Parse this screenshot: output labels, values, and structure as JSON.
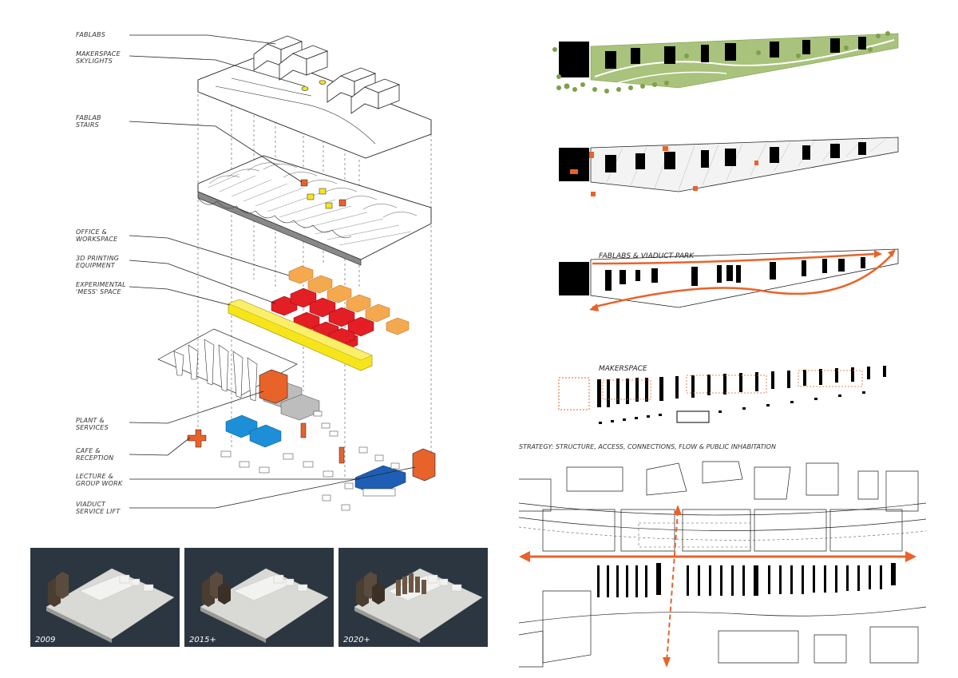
{
  "axon_labels": [
    {
      "id": "fablabs",
      "lines": [
        "FABLABS"
      ]
    },
    {
      "id": "makerspace-skylights",
      "lines": [
        "MAKERSPACE",
        "SKYLIGHTS"
      ]
    },
    {
      "id": "fablab-stairs",
      "lines": [
        "FABLAB",
        "STAIRS"
      ]
    },
    {
      "id": "office-workspace",
      "lines": [
        "OFFICE &",
        "WORKSPACE"
      ]
    },
    {
      "id": "3d-printing",
      "lines": [
        "3D PRINTING",
        "EQUIPMENT"
      ]
    },
    {
      "id": "mess-space",
      "lines": [
        "EXPERIMENTAL",
        "'MESS' SPACE"
      ]
    },
    {
      "id": "plant-services",
      "lines": [
        "PLANT &",
        "SERVICES"
      ]
    },
    {
      "id": "cafe-reception",
      "lines": [
        "CAFE &",
        "RECEPTION"
      ]
    },
    {
      "id": "lecture-group",
      "lines": [
        "LECTURE &",
        "GROUP WORK"
      ]
    },
    {
      "id": "service-lift",
      "lines": [
        "VIADUCT",
        "SERVICE LIFT"
      ]
    }
  ],
  "photos": [
    {
      "label": "2009"
    },
    {
      "label": "2015+"
    },
    {
      "label": "2020+"
    }
  ],
  "plans": {
    "plan3_label": "FABLABS & VIADUCT PARK",
    "plan4_label": "MAKERSPACE",
    "strategy": "STRATEGY: STRUCTURE, ACCESS, CONNECTIONS, FLOW & PUBLIC INHABITATION"
  },
  "colors": {
    "orange": "#e8632a",
    "light_orange": "#f4a94e",
    "red": "#e31e24",
    "yellow": "#f7e51b",
    "blue": "#1c8fd8",
    "dark_blue": "#1e5fb5",
    "green": "#a9c27c",
    "dark_green": "#7ea04a",
    "photo_bg": "#2c3640"
  }
}
